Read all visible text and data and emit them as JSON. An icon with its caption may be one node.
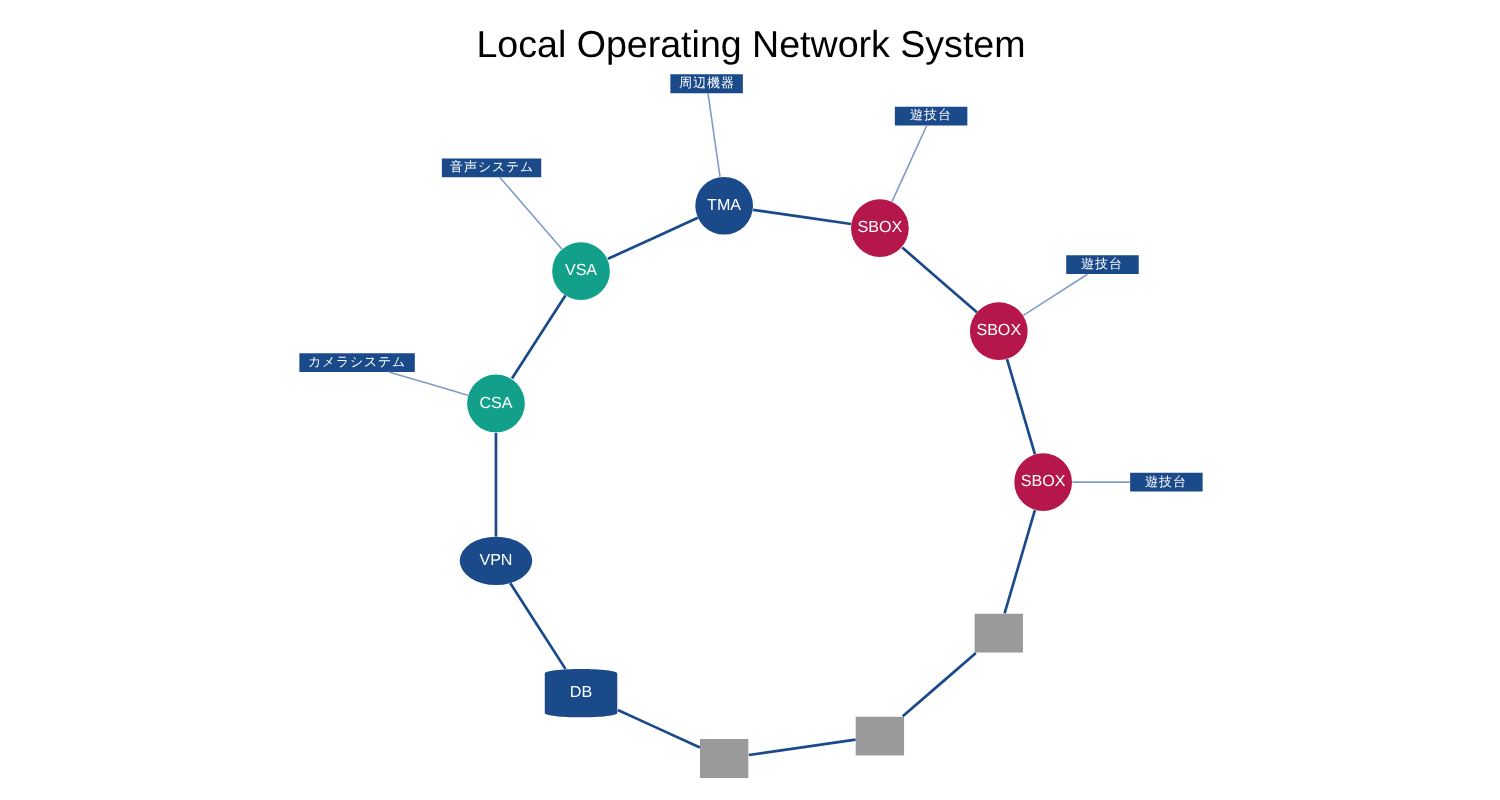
{
  "diagram": {
    "title": "Local Operating Network System",
    "nodes": [
      {
        "text": [
          "DB"
        ]
      },
      {
        "text": [
          "VPN"
        ]
      },
      {
        "text": [
          "CSA"
        ]
      },
      {
        "text": [
          "VSA"
        ]
      },
      {
        "text": [
          "TMA"
        ]
      },
      {
        "text": [
          "SBOX"
        ]
      },
      {
        "text": [
          "SBOX"
        ]
      },
      {
        "text": [
          "SBOX"
        ]
      },
      {
        "text": [],
        "shape": "box"
      },
      {
        "text": [],
        "shape": "box"
      },
      {
        "text": [],
        "shape": "box"
      },
      {
        "text": [
          "カメラシステム"
        ]
      },
      {
        "text": [
          "音声システム"
        ]
      },
      {
        "text": [
          "周辺機器"
        ]
      },
      {
        "text": [
          "遊技台"
        ]
      },
      {
        "text": [
          "遊技台"
        ]
      },
      {
        "text": [
          "遊技台"
        ]
      }
    ],
    "edges": [
      {
        "from": 0,
        "to": 1,
        "arrow": "none"
      },
      {
        "from": 1,
        "to": 2,
        "arrow": "none"
      },
      {
        "from": 2,
        "to": 3,
        "arrow": "none"
      },
      {
        "from": 3,
        "to": 4,
        "arrow": "none"
      },
      {
        "from": 4,
        "to": 5,
        "arrow": "none"
      },
      {
        "from": 5,
        "to": 6,
        "arrow": "none"
      },
      {
        "from": 6,
        "to": 7,
        "arrow": "none"
      },
      {
        "from": 7,
        "to": 8,
        "arrow": "none"
      },
      {
        "from": 8,
        "to": 9,
        "arrow": "none"
      },
      {
        "from": 9,
        "to": 10,
        "arrow": "none"
      },
      {
        "from": 10,
        "to": 0,
        "arrow": "none"
      },
      {
        "from": 2,
        "to": 11,
        "arrow": "none",
        "color": "#7f9cc8"
      },
      {
        "from": 3,
        "to": 12,
        "arrow": "none",
        "color": "#7f9cc8"
      },
      {
        "from": 4,
        "to": 13,
        "arrow": "none",
        "color": "#7f9cc8"
      },
      {
        "from": 5,
        "to": 14,
        "arrow": "none",
        "color": "#7f9cc8"
      },
      {
        "from": 6,
        "to": 15,
        "arrow": "none",
        "color": "#7f9cc8"
      },
      {
        "from": 7,
        "to": 16,
        "arrow": "none",
        "color": "#7f9cc8"
      }
    ]
  }
}
